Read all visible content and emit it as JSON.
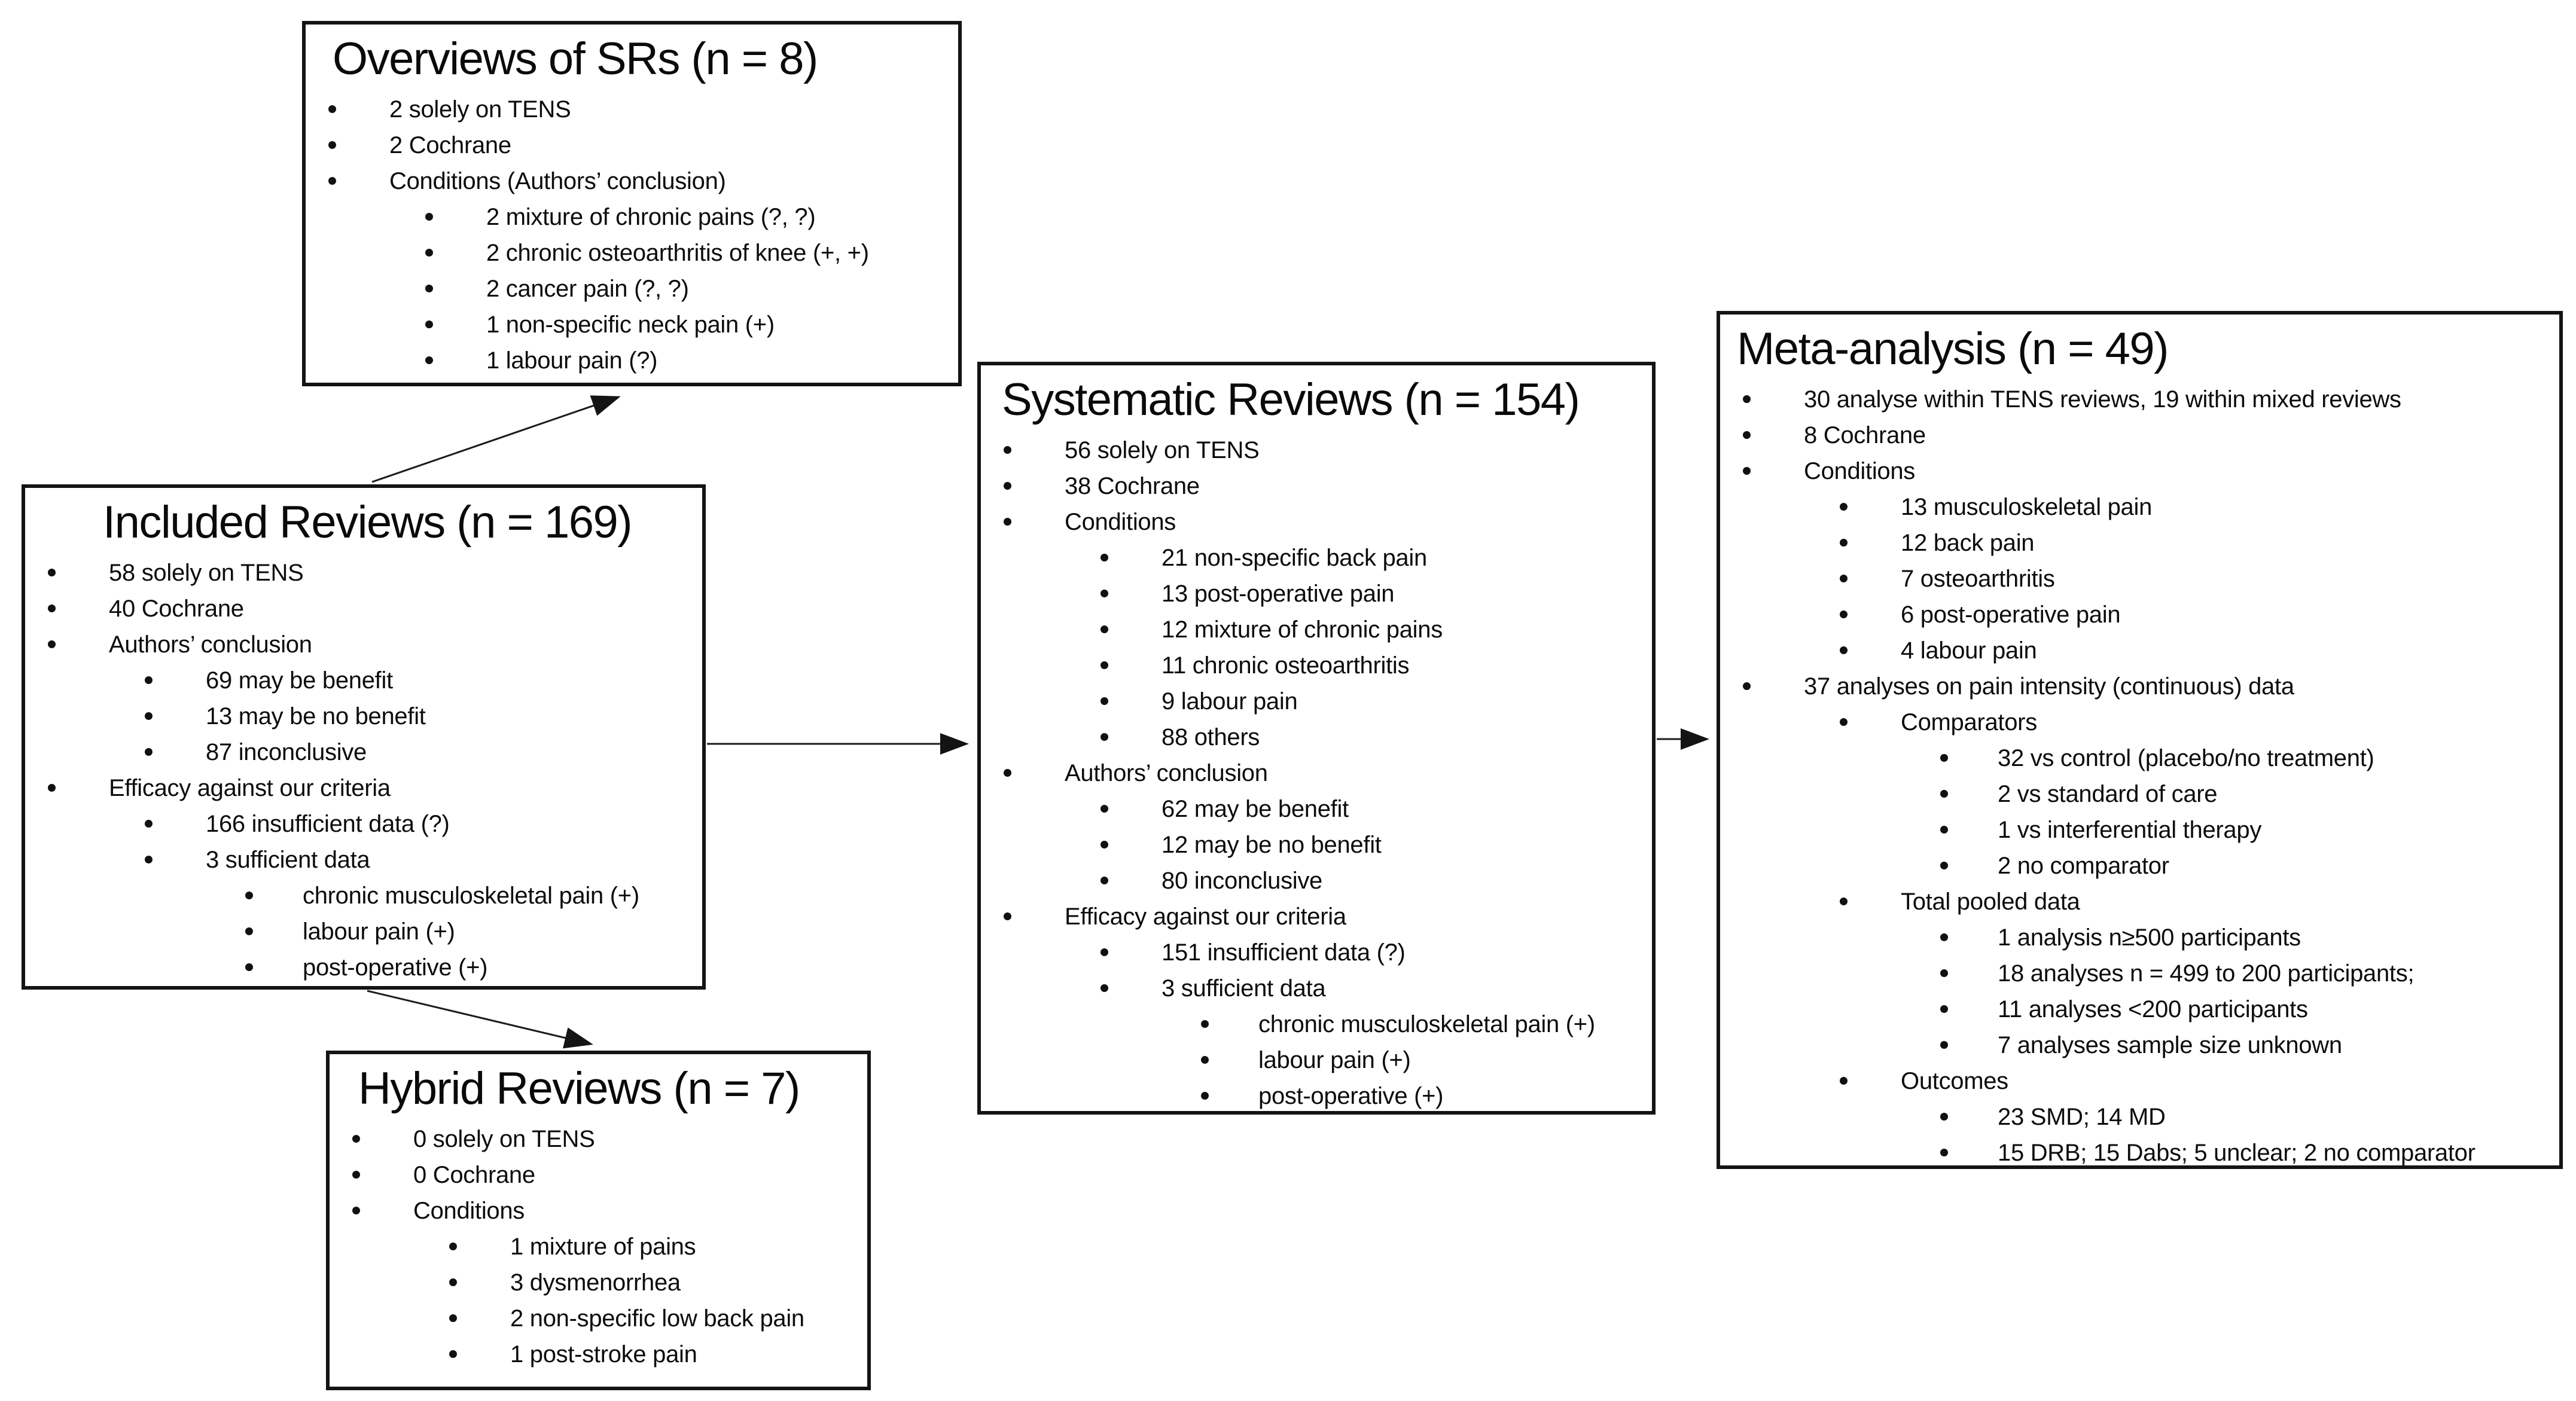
{
  "figure": {
    "type": "flow-diagram",
    "background": "#ffffff",
    "line_color": "#141414",
    "text_color": "#0c0c0c"
  },
  "boxes": {
    "included": {
      "title": "Included Reviews (n = 169)",
      "items": [
        {
          "level": 1,
          "text": "58 solely on TENS"
        },
        {
          "level": 1,
          "text": "40 Cochrane"
        },
        {
          "level": 1,
          "text": "Authors’ conclusion"
        },
        {
          "level": 2,
          "text": "69 may be benefit"
        },
        {
          "level": 2,
          "text": "13 may be no benefit"
        },
        {
          "level": 2,
          "text": "87 inconclusive"
        },
        {
          "level": 1,
          "text": "Efficacy against our criteria"
        },
        {
          "level": 2,
          "text": "166 insufficient data (?)"
        },
        {
          "level": 2,
          "text": "3 sufficient data"
        },
        {
          "level": 3,
          "text": "chronic musculoskeletal pain (+)"
        },
        {
          "level": 3,
          "text": "labour pain (+)"
        },
        {
          "level": 3,
          "text": "post-operative (+)"
        }
      ]
    },
    "overviews": {
      "title": "Overviews of SRs (n = 8)",
      "items": [
        {
          "level": 1,
          "text": "2 solely on TENS"
        },
        {
          "level": 1,
          "text": "2 Cochrane"
        },
        {
          "level": 1,
          "text": "Conditions (Authors’ conclusion)"
        },
        {
          "level": 2,
          "text": "2 mixture of chronic pains (?, ?)"
        },
        {
          "level": 2,
          "text": "2 chronic osteoarthritis of knee (+, +)"
        },
        {
          "level": 2,
          "text": "2 cancer pain (?, ?)"
        },
        {
          "level": 2,
          "text": "1 non-specific neck pain (+)"
        },
        {
          "level": 2,
          "text": "1 labour pain (?)"
        }
      ]
    },
    "systematic": {
      "title": "Systematic Reviews (n = 154)",
      "items": [
        {
          "level": 1,
          "text": "56 solely on TENS"
        },
        {
          "level": 1,
          "text": "38 Cochrane"
        },
        {
          "level": 1,
          "text": "Conditions"
        },
        {
          "level": 2,
          "text": "21 non-specific back pain"
        },
        {
          "level": 2,
          "text": "13 post-operative pain"
        },
        {
          "level": 2,
          "text": "12 mixture of chronic pains"
        },
        {
          "level": 2,
          "text": "11 chronic osteoarthritis"
        },
        {
          "level": 2,
          "text": "9 labour pain"
        },
        {
          "level": 2,
          "text": "88 others"
        },
        {
          "level": 1,
          "text": "Authors’ conclusion"
        },
        {
          "level": 2,
          "text": "62 may be benefit"
        },
        {
          "level": 2,
          "text": "12 may be no benefit"
        },
        {
          "level": 2,
          "text": "80 inconclusive"
        },
        {
          "level": 1,
          "text": "Efficacy against our criteria"
        },
        {
          "level": 2,
          "text": "151 insufficient data (?)"
        },
        {
          "level": 2,
          "text": "3 sufficient data"
        },
        {
          "level": 3,
          "text": "chronic musculoskeletal pain (+)"
        },
        {
          "level": 3,
          "text": "labour pain (+)"
        },
        {
          "level": 3,
          "text": "post-operative (+)"
        }
      ]
    },
    "meta": {
      "title": "Meta-analysis (n = 49)",
      "items": [
        {
          "level": 1,
          "text": "30 analyse within TENS reviews, 19 within mixed reviews"
        },
        {
          "level": 1,
          "text": "8 Cochrane"
        },
        {
          "level": 1,
          "text": "Conditions"
        },
        {
          "level": 2,
          "text": "13 musculoskeletal pain"
        },
        {
          "level": 2,
          "text": "12 back pain"
        },
        {
          "level": 2,
          "text": "7 osteoarthritis"
        },
        {
          "level": 2,
          "text": "6 post-operative pain"
        },
        {
          "level": 2,
          "text": "4 labour pain"
        },
        {
          "level": 1,
          "text": "37 analyses on pain intensity (continuous) data"
        },
        {
          "level": 2,
          "text": "Comparators"
        },
        {
          "level": 3,
          "text": "32 vs control (placebo/no treatment)"
        },
        {
          "level": 3,
          "text": "2 vs standard of care"
        },
        {
          "level": 3,
          "text": "1 vs interferential therapy"
        },
        {
          "level": 3,
          "text": "2 no comparator"
        },
        {
          "level": 2,
          "text": "Total pooled data"
        },
        {
          "level": 3,
          "text": "1 analysis n≥500 participants"
        },
        {
          "level": 3,
          "text": "18 analyses n = 499 to 200 participants;"
        },
        {
          "level": 3,
          "text": "11 analyses <200 participants"
        },
        {
          "level": 3,
          "text": "7 analyses sample size unknown"
        },
        {
          "level": 2,
          "text": "Outcomes"
        },
        {
          "level": 3,
          "text": "23 SMD; 14 MD"
        },
        {
          "level": 3,
          "text": "15 DRB; 15 Dabs; 5 unclear; 2 no comparator"
        }
      ]
    },
    "hybrid": {
      "title": "Hybrid Reviews (n = 7)",
      "items": [
        {
          "level": 1,
          "text": "0 solely on TENS"
        },
        {
          "level": 1,
          "text": "0 Cochrane"
        },
        {
          "level": 1,
          "text": "Conditions"
        },
        {
          "level": 2,
          "text": "1 mixture of pains"
        },
        {
          "level": 2,
          "text": "3 dysmenorrhea"
        },
        {
          "level": 2,
          "text": "2 non-specific low back pain"
        },
        {
          "level": 2,
          "text": "1 post-stroke pain"
        }
      ]
    }
  },
  "arrows": [
    {
      "from": "included-reviews",
      "to": "overviews-of-srs"
    },
    {
      "from": "included-reviews",
      "to": "systematic-reviews"
    },
    {
      "from": "included-reviews",
      "to": "hybrid-reviews"
    },
    {
      "from": "systematic-reviews",
      "to": "meta-analysis"
    }
  ]
}
